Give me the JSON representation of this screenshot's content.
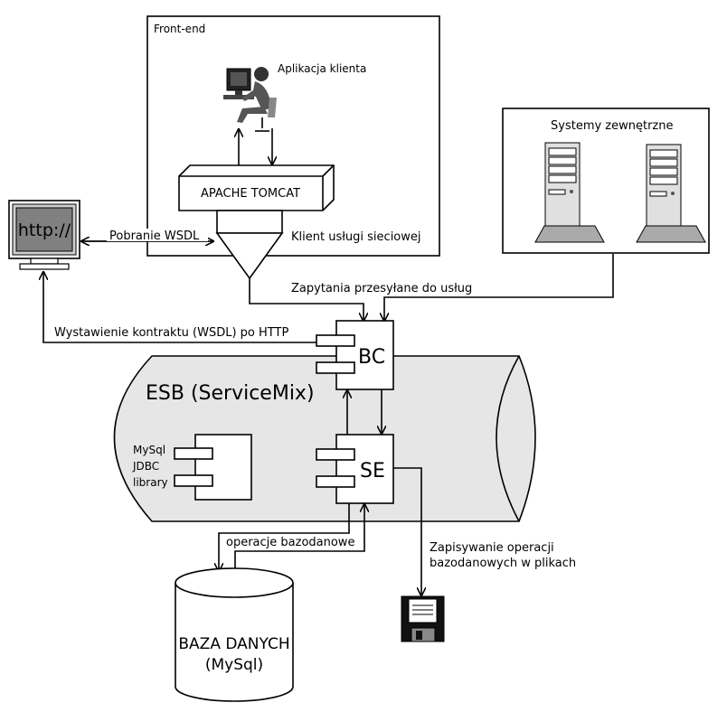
{
  "frontend": {
    "title": "Front-end",
    "client_app": "Aplikacja klienta",
    "tomcat": "APACHE TOMCAT",
    "ws_client": "Klient usługi sieciowej"
  },
  "browser": {
    "screen_text": "http://"
  },
  "external": {
    "title": "Systemy zewnętrzne"
  },
  "edges": {
    "wsdl_fetch": "Pobranie WSDL",
    "requests": "Zapytania przesyłane do usług",
    "contract": "Wystawienie kontraktu (WSDL) po HTTP",
    "db_ops": "operacje bazodanowe",
    "file_log_line1": "Zapisywanie operacji",
    "file_log_line2": "bazodanowych w plikach"
  },
  "esb": {
    "label": "ESB (ServiceMix)",
    "bc": "BC",
    "se": "SE"
  },
  "library": {
    "line1": "MySql",
    "line2": "JDBC",
    "line3": "library"
  },
  "database": {
    "line1": "BAZA DANYCH",
    "line2": "(MySql)"
  },
  "colors": {
    "esb_fill": "#e6e6e6",
    "monitor_screen": "#808080",
    "server_body": "#e0e0e0",
    "stroke": "#000000"
  }
}
